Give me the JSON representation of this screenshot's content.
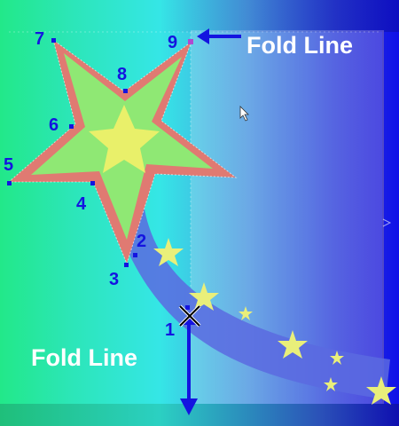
{
  "labels": {
    "fold_line_top": "Fold Line",
    "fold_line_bottom": "Fold Line"
  },
  "point_numbers": {
    "p1": "1",
    "p2": "2",
    "p3": "3",
    "p4": "4",
    "p5": "5",
    "p6": "6",
    "p7": "7",
    "p8": "8",
    "p9": "9"
  },
  "colors": {
    "arrow_blue": "#1414e0",
    "star_outline": "#e07a72",
    "star_body": "#8fe874",
    "star_center": "#e9f06a",
    "tail_band": "#5a6ae0",
    "tail_stars": "#e9ef7a"
  },
  "icons": [
    "cursor-icon",
    "move-cross-icon",
    "arrow-left-icon",
    "arrow-down-icon"
  ]
}
